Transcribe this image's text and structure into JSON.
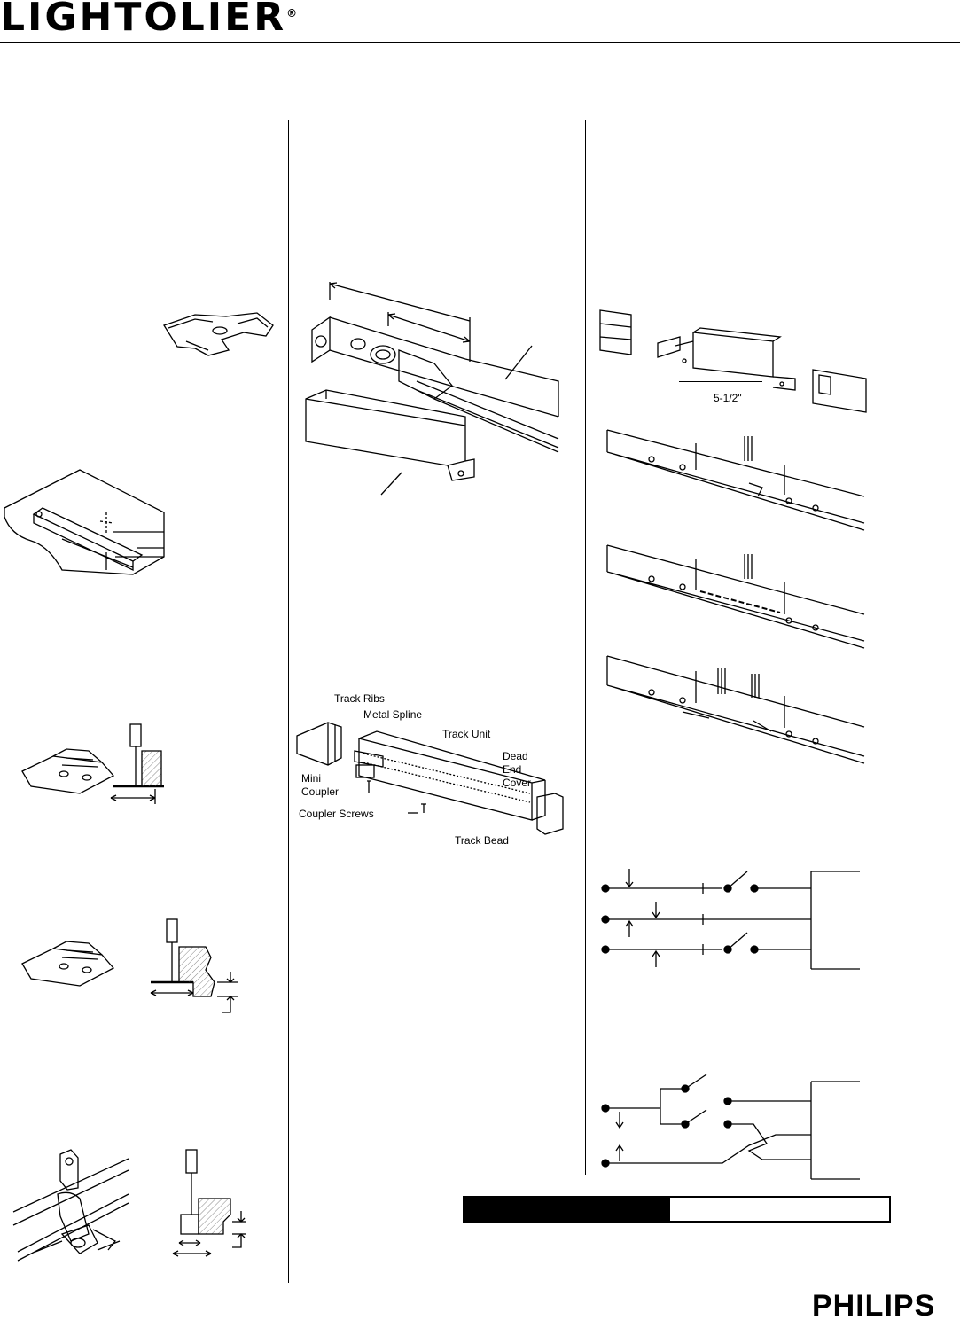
{
  "header": {
    "brand": "LIGHTOLIER",
    "registered_mark": "®"
  },
  "assembly_labels": {
    "track_ribs": "Track Ribs",
    "metal_spline": "Metal Spline",
    "track_unit": "Track Unit",
    "dead_end_cover": "Dead End Cover",
    "mini_coupler": "Mini Coupler",
    "coupler_screws": "Coupler Screws",
    "track_bead": "Track Bead"
  },
  "dimension": {
    "spacing": "5-1/2\""
  },
  "footer": {
    "logo": "PHILIPS"
  }
}
